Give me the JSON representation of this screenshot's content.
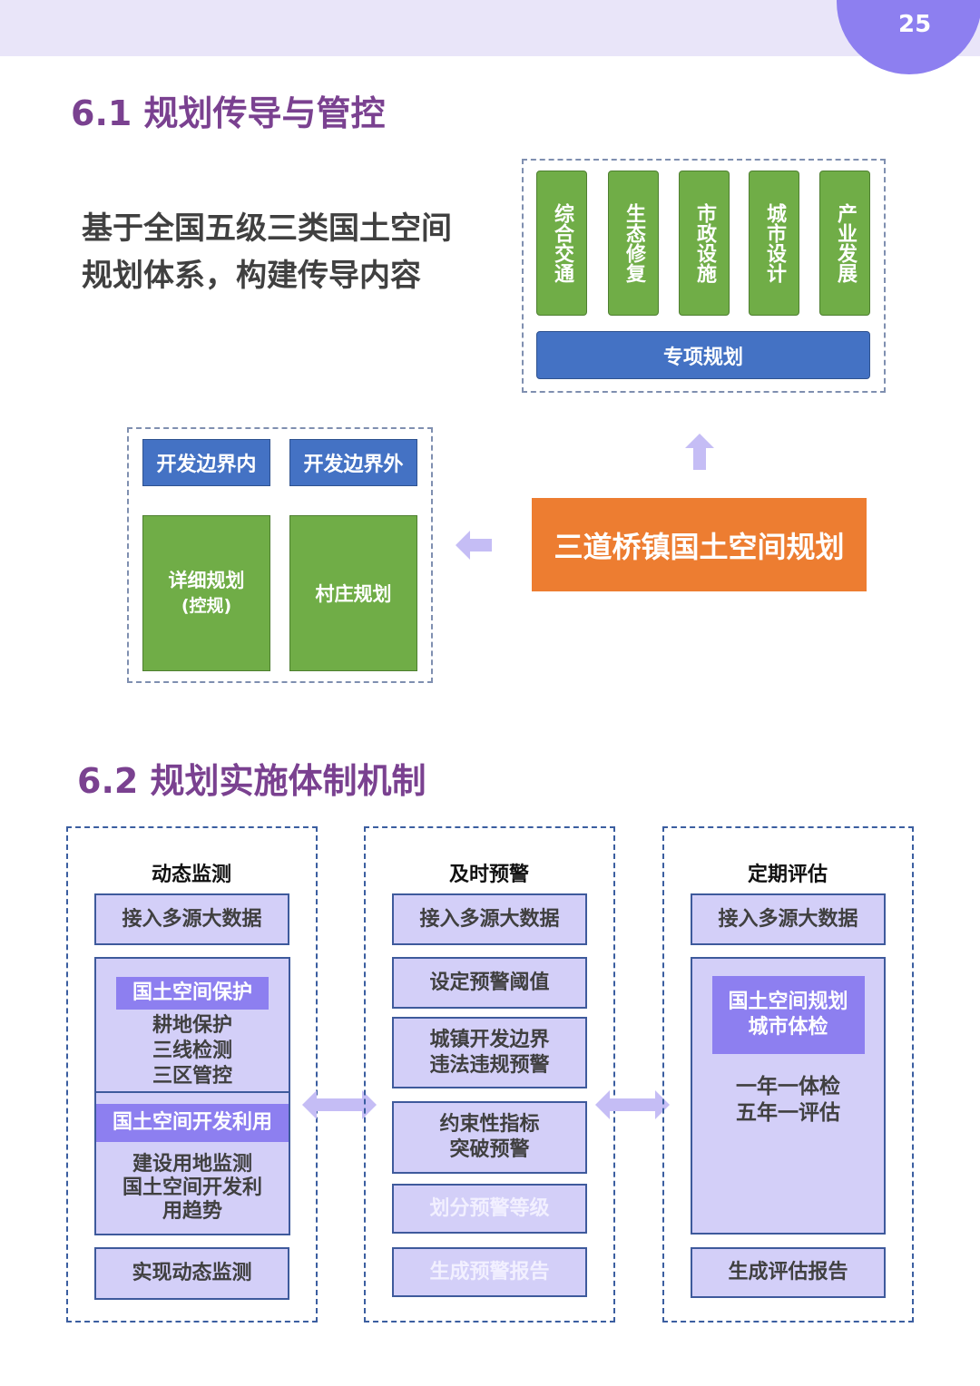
{
  "page_number": "25",
  "section1": {
    "title": "6.1 规划传导与管控",
    "intro_line1": "基于全国五级三类国土空间",
    "intro_line2": "规划体系，构建传导内容",
    "special_columns": [
      "综合交通",
      "生态修复",
      "市政设施",
      "城市设计",
      "产业发展"
    ],
    "special_plan": "专项规划",
    "center_plan": "三道桥镇国土空间规划",
    "boundary_inside": "开发边界内",
    "boundary_outside": "开发边界外",
    "detailed_plan_line1": "详细规划",
    "detailed_plan_line2": "(控规)",
    "village_plan": "村庄规划"
  },
  "section2": {
    "title": "6.2 规划实施体制机制",
    "col1": {
      "title": "动态监测",
      "item1": "接入多源大数据",
      "sub1_header": "国土空间保护",
      "sub1_lines": [
        "耕地保护",
        "三线检测",
        "三区管控"
      ],
      "sub2_header": "国土空间开发利用",
      "sub2_lines": [
        "建设用地监测",
        "国土空间开发利",
        "用趋势"
      ],
      "last": "实现动态监测"
    },
    "col2": {
      "title": "及时预警",
      "items": [
        "接入多源大数据",
        "设定预警阈值",
        "城镇开发边界",
        "违法违规预警",
        "约束性指标",
        "突破预警",
        "划分预警等级",
        "生成预警报告"
      ]
    },
    "col3": {
      "title": "定期评估",
      "item1": "接入多源大数据",
      "sub_header_line1": "国土空间规划",
      "sub_header_line2": "城市体检",
      "lines": [
        "一年一体检",
        "五年一评估"
      ],
      "last": "生成评估报告"
    }
  },
  "colors": {
    "green": "#70ad47",
    "blue": "#4472c4",
    "orange": "#ed7d31",
    "light_purple": "#d3cff8",
    "purple": "#8d7ff0",
    "title": "#7a4190"
  }
}
